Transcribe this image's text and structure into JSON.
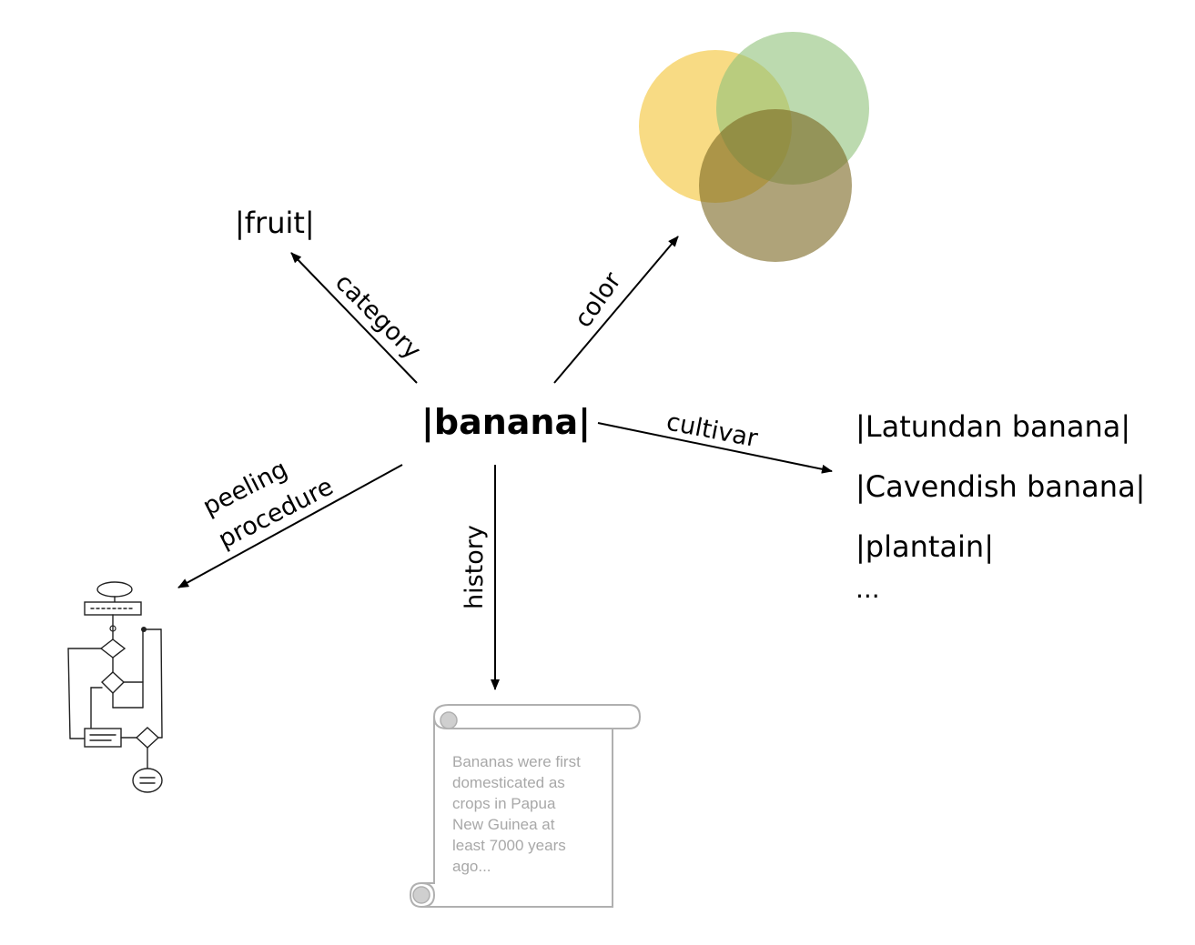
{
  "center": {
    "label": "|banana|"
  },
  "nodes": {
    "fruit": "|fruit|",
    "cultivars": [
      "|Latundan banana|",
      "|Cavendish banana|",
      "|plantain|",
      "..."
    ]
  },
  "edges": {
    "category": "category",
    "color": "color",
    "cultivar": "cultivar",
    "history": "history",
    "peeling": [
      "peeling",
      "procedure"
    ]
  },
  "history_text": [
    "Bananas were first",
    "domesticated as",
    "crops in Papua",
    "New Guinea at",
    "least 7000 years",
    "ago..."
  ],
  "colors": {
    "circle_yellow": "#f5c842",
    "circle_green": "#8fc27a",
    "circle_brown": "#7a6520",
    "arrow": "#000000",
    "scroll_stroke": "#b0b0b0",
    "scroll_curl": "#cfcfcf"
  },
  "icons": {
    "color_swatch": "overlapping-circles-icon",
    "flowchart": "flowchart-sketch-icon",
    "scroll": "paper-scroll-icon"
  }
}
